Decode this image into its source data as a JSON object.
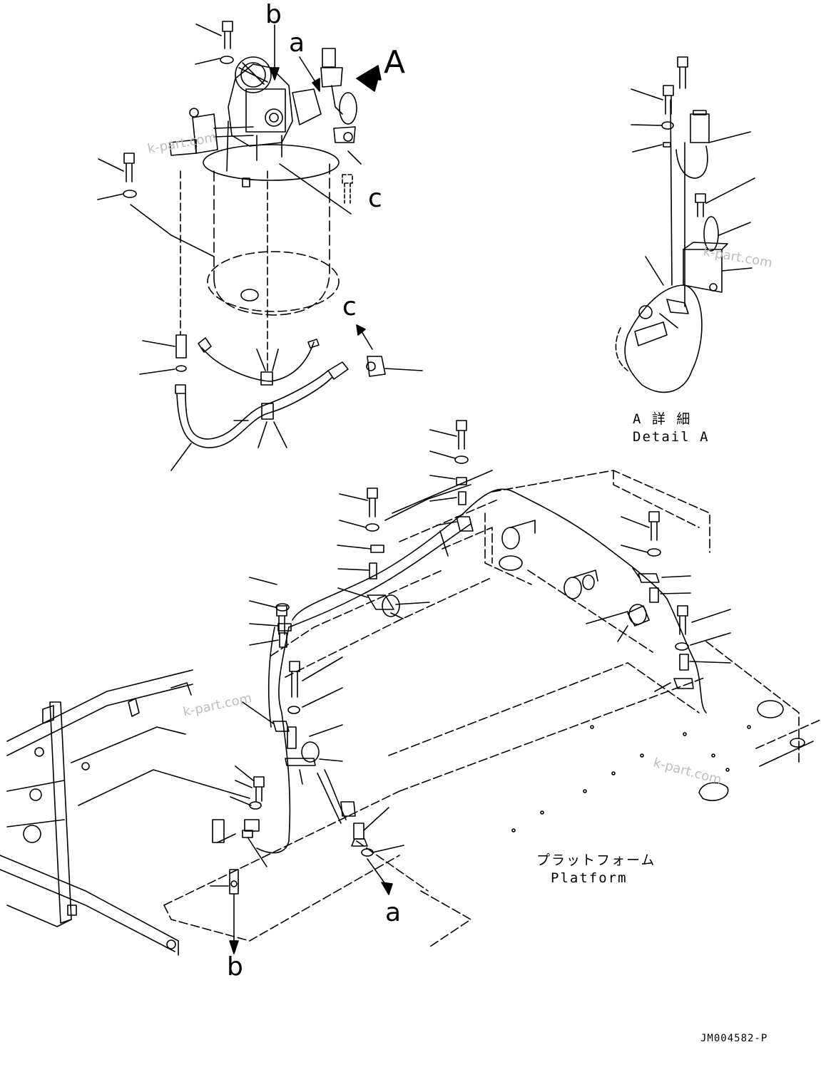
{
  "labels": {
    "b_top": "b",
    "a_top": "a",
    "A_view": "A",
    "c_top": "c",
    "c_mid": "c",
    "a_bottom": "a",
    "b_bottom": "b"
  },
  "detail_caption": {
    "jp": "A 詳 細",
    "en": "Detail A"
  },
  "platform_caption": {
    "jp": "プラットフォーム",
    "en": "Platform"
  },
  "drawing_id": "JM004582-P",
  "watermarks": [
    "k-part.com",
    "k-part.com",
    "k-part.com",
    "k-part.com"
  ]
}
